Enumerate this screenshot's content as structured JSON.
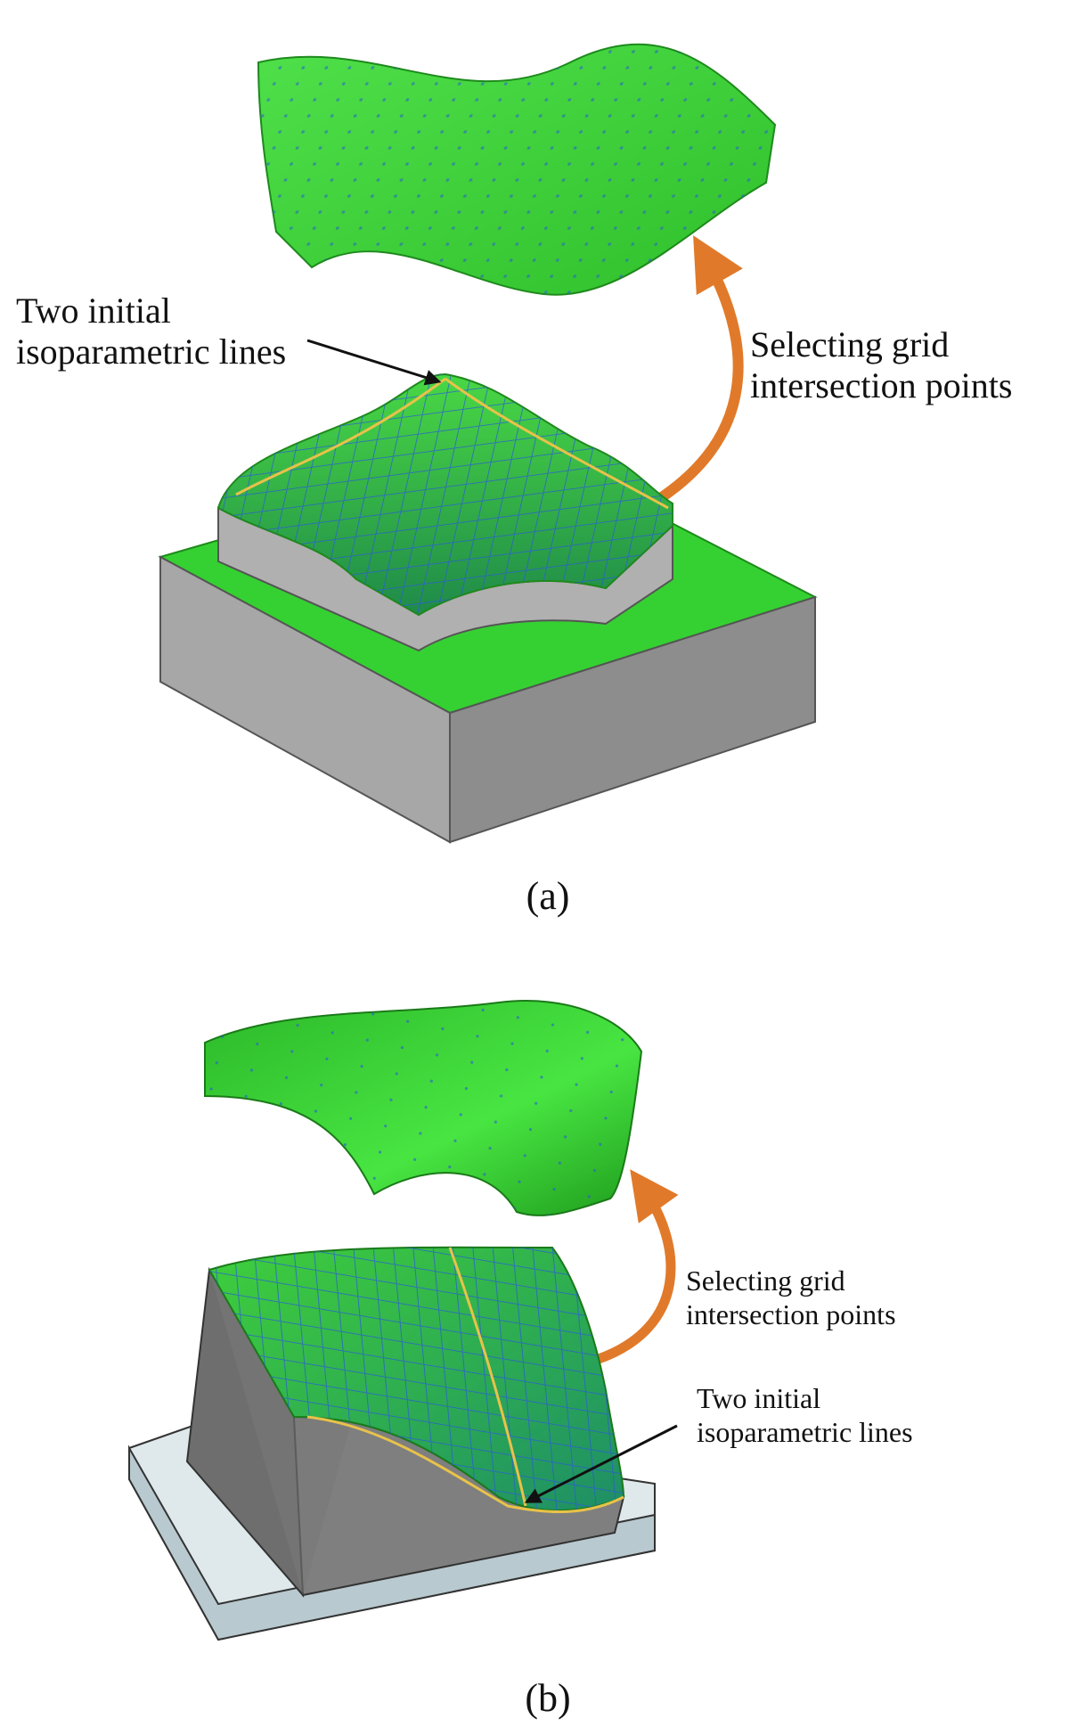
{
  "panels": [
    {
      "id": "a",
      "caption": "(a)",
      "annotations": {
        "isolines": [
          "Two initial",
          "isoparametric lines"
        ],
        "selecting": [
          "Selecting grid",
          "intersection points"
        ]
      }
    },
    {
      "id": "b",
      "caption": "(b)",
      "annotations": {
        "selecting": [
          "Selecting grid",
          "intersection points"
        ],
        "isolines": [
          "Two initial",
          "isoparametric lines"
        ]
      }
    }
  ],
  "colors": {
    "surface": "#3fd43a",
    "surface_dark": "#22a81f",
    "grid": "#2a5bd7",
    "isoline": "#e8c24a",
    "arrow": "#e07a2a",
    "block_top": "#9a9a9a",
    "block_side": "#7c7c7c",
    "block_front": "#a8a8a8",
    "base_plate": "#c9d8dd"
  }
}
